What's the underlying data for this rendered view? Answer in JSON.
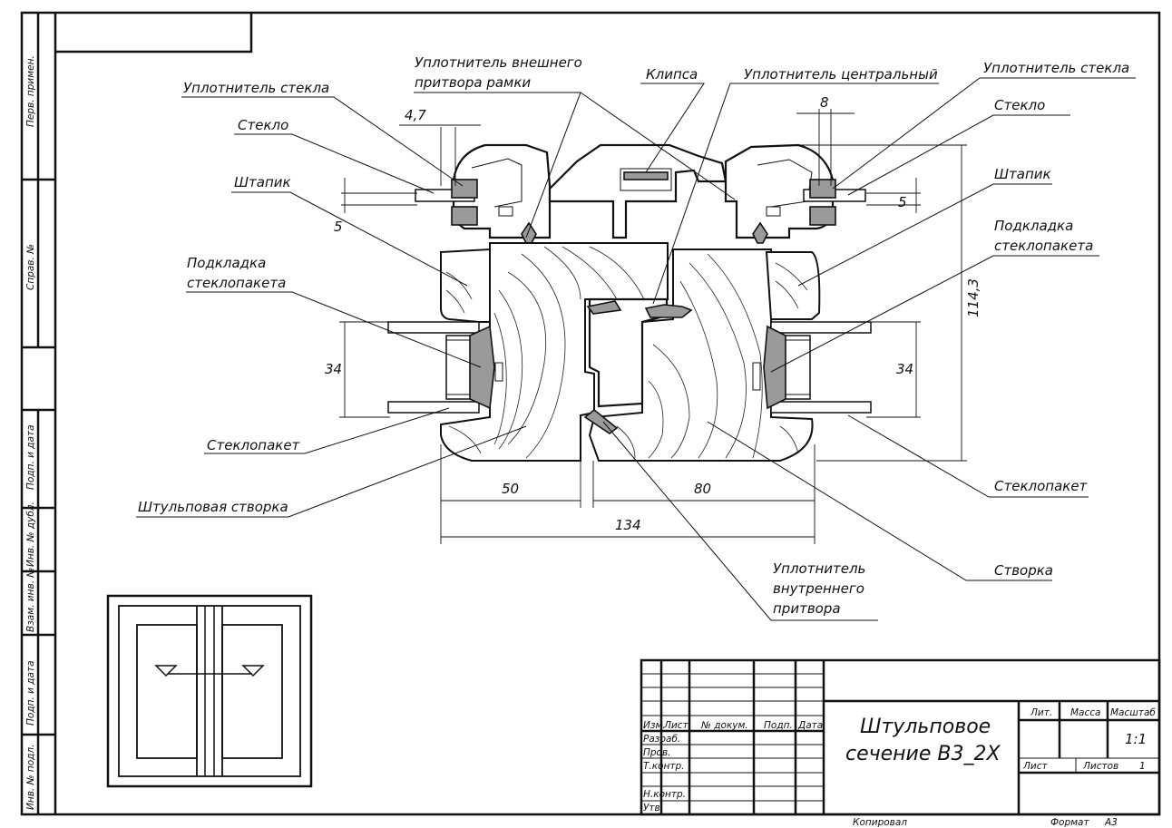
{
  "labels": {
    "seal_glass_left": "Уплотнитель стекла",
    "glass_left": "Стекло",
    "bead_left": "Штапик",
    "spacer_left_line1": "Подкладка",
    "spacer_left_line2": "стеклопакета",
    "unit_left": "Стеклопакет",
    "mullion_sash": "Штульповая створка",
    "outer_seal_line1": "Уплотнитель внешнего",
    "outer_seal_line2": "притвора рамки",
    "clip": "Клипса",
    "central_seal": "Уплотнитель центральный",
    "seal_glass_right": "Уплотнитель стекла",
    "glass_right": "Стекло",
    "bead_right": "Штапик",
    "spacer_right_line1": "Подкладка",
    "spacer_right_line2": "стеклопакета",
    "unit_right": "Стеклопакет",
    "sash": "Створка",
    "inner_seal_line1": "Уплотнитель",
    "inner_seal_line2": "внутреннего",
    "inner_seal_line3": "притвора"
  },
  "dimensions": {
    "d_4_7": "4,7",
    "d_8": "8",
    "d_5_left": "5",
    "d_5_right": "5",
    "d_34_left": "34",
    "d_34_right": "34",
    "d_114_3": "114,3",
    "d_50": "50",
    "d_80": "80",
    "d_134": "134"
  },
  "side_stamps": {
    "perv_primen": "Перв. примен.",
    "sprav": "Справ. №",
    "podp_data_1": "Подп. и дата",
    "inv_dubl": "Инв. № дубл.",
    "vzam_inv": "Взам. инв. №",
    "podp_data_2": "Подп. и дата",
    "inv_podl": "Инв. № подл."
  },
  "title_block": {
    "title_line1": "Штульповое",
    "title_line2": "сечение В3_2Х",
    "col_izm": "Изм.",
    "col_list": "Лист",
    "col_docum": "№ докум.",
    "col_podp": "Подп.",
    "col_data": "Дата",
    "row_razrab": "Разраб.",
    "row_prov": "Пров.",
    "row_tkontr": "Т.контр.",
    "row_nkontr": "Н.контр.",
    "row_utv": "Утв.",
    "lit": "Лит.",
    "massa": "Масса",
    "masshtab": "Масштаб",
    "scale": "1:1",
    "list_label": "Лист",
    "listov_label": "Листов",
    "listov_value": "1",
    "kopiroval": "Копировал",
    "format": "Формат",
    "format_value": "А3"
  }
}
